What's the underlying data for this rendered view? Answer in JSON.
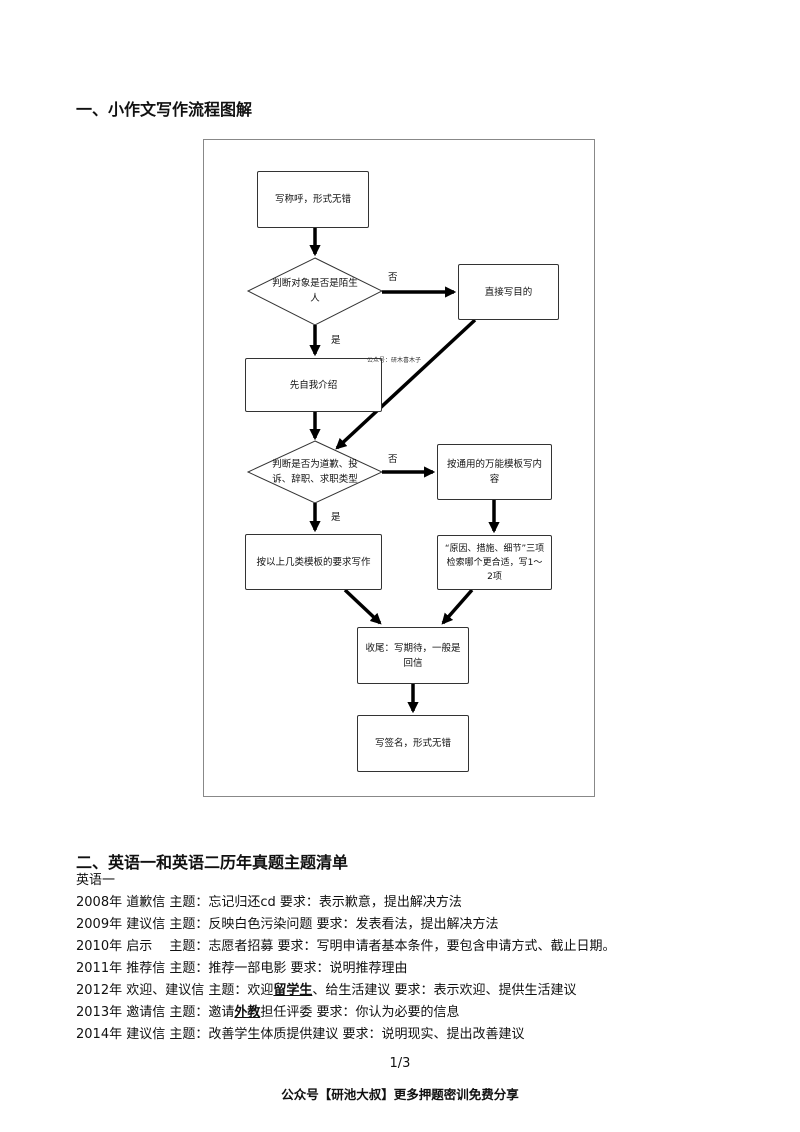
{
  "section1": {
    "title": "一、小作文写作流程图解"
  },
  "flowchart": {
    "start": "写称呼，形式无错",
    "decision1": "判断对象是否是陌生人",
    "direct": "直接写目的",
    "intro": "先自我介绍",
    "decision2": "判断是否为道歉、投诉、辞职、求职类型",
    "universal": "按通用的万能模板写内容",
    "specific": "按以上几类模板的要求写作",
    "check": "“原因、措施、细节”三项检索哪个更合适，写1～2项",
    "closing": "收尾：写期待，一般是回信",
    "signature": "写签名，形式无错",
    "label_no1": "否",
    "label_yes1": "是",
    "label_no2": "否",
    "label_yes2": "是",
    "watermark": "公众号：研木喜木子"
  },
  "section2": {
    "title": "二、英语一和英语二历年真题主题清单",
    "subtitle": "英语一",
    "rows": [
      {
        "pre": "2008年 道歉信 主题：忘记归还cd 要求：表示歉意，提出解决方法",
        "hl": "",
        "post": ""
      },
      {
        "pre": "2009年 建议信 主题：反映白色污染问题 要求：发表看法，提出解决方法",
        "hl": "",
        "post": ""
      },
      {
        "pre": "2010年 启示　 主题：志愿者招募 要求：写明申请者基本条件，要包含申请方式、截止日期。",
        "hl": "",
        "post": ""
      },
      {
        "pre": "2011年 推荐信 主题：推荐一部电影 要求：说明推荐理由",
        "hl": "",
        "post": ""
      },
      {
        "pre": "2012年 欢迎、建议信 主题：欢迎",
        "hl": "留学生",
        "post": "、给生活建议 要求：表示欢迎、提供生活建议"
      },
      {
        "pre": "2013年 邀请信 主题：邀请",
        "hl": "外教",
        "post": "担任评委 要求：你认为必要的信息"
      },
      {
        "pre": "2014年 建议信 主题：改善学生体质提供建议 要求：说明现实、提出改善建议",
        "hl": "",
        "post": ""
      }
    ]
  },
  "page_number": "1/3",
  "footer": "公众号【研池大叔】更多押题密训免费分享"
}
